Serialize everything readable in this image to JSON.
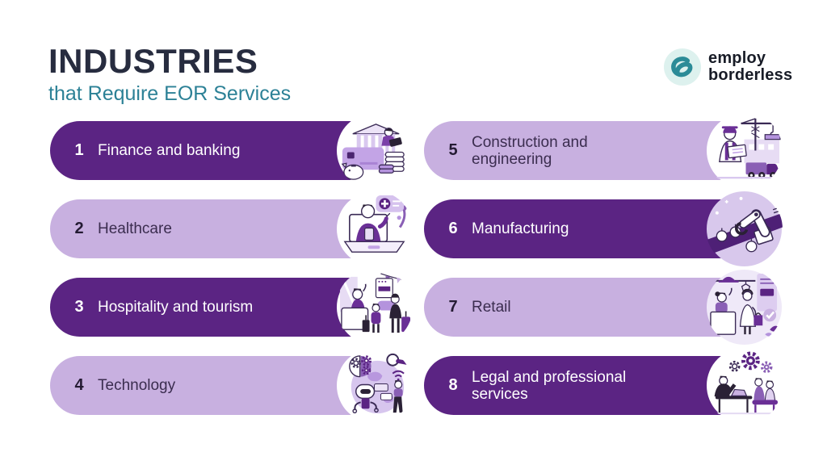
{
  "header": {
    "title": "INDUSTRIES",
    "subtitle": "that Require EOR Services"
  },
  "logo": {
    "line1": "employ",
    "line2": "borderless",
    "icon": "employ-borderless-e-icon"
  },
  "colors": {
    "dark_pill": "#5b2483",
    "light_pill": "#c8b0e0",
    "title_text": "#272c3f",
    "subtitle_teal": "#2c8196",
    "text_on_dark": "#ffffff",
    "text_on_light": "#3b2d4f",
    "logo_teal": "#2b8b97",
    "logo_circle": "#ddf1ee"
  },
  "industries": [
    {
      "number": "1",
      "label": "Finance and banking",
      "variant": "dark",
      "illustration": "finance-banking"
    },
    {
      "number": "2",
      "label": "Healthcare",
      "variant": "light",
      "illustration": "healthcare"
    },
    {
      "number": "3",
      "label": "Hospitality and tourism",
      "variant": "dark",
      "illustration": "hospitality-tourism"
    },
    {
      "number": "4",
      "label": "Technology",
      "variant": "light",
      "illustration": "technology"
    },
    {
      "number": "5",
      "label": "Construction and engineering",
      "variant": "light",
      "illustration": "construction-engineering"
    },
    {
      "number": "6",
      "label": "Manufacturing",
      "variant": "dark",
      "illustration": "manufacturing"
    },
    {
      "number": "7",
      "label": "Retail",
      "variant": "light",
      "illustration": "retail"
    },
    {
      "number": "8",
      "label": "Legal and professional services",
      "variant": "dark",
      "illustration": "legal-professional-services"
    }
  ]
}
